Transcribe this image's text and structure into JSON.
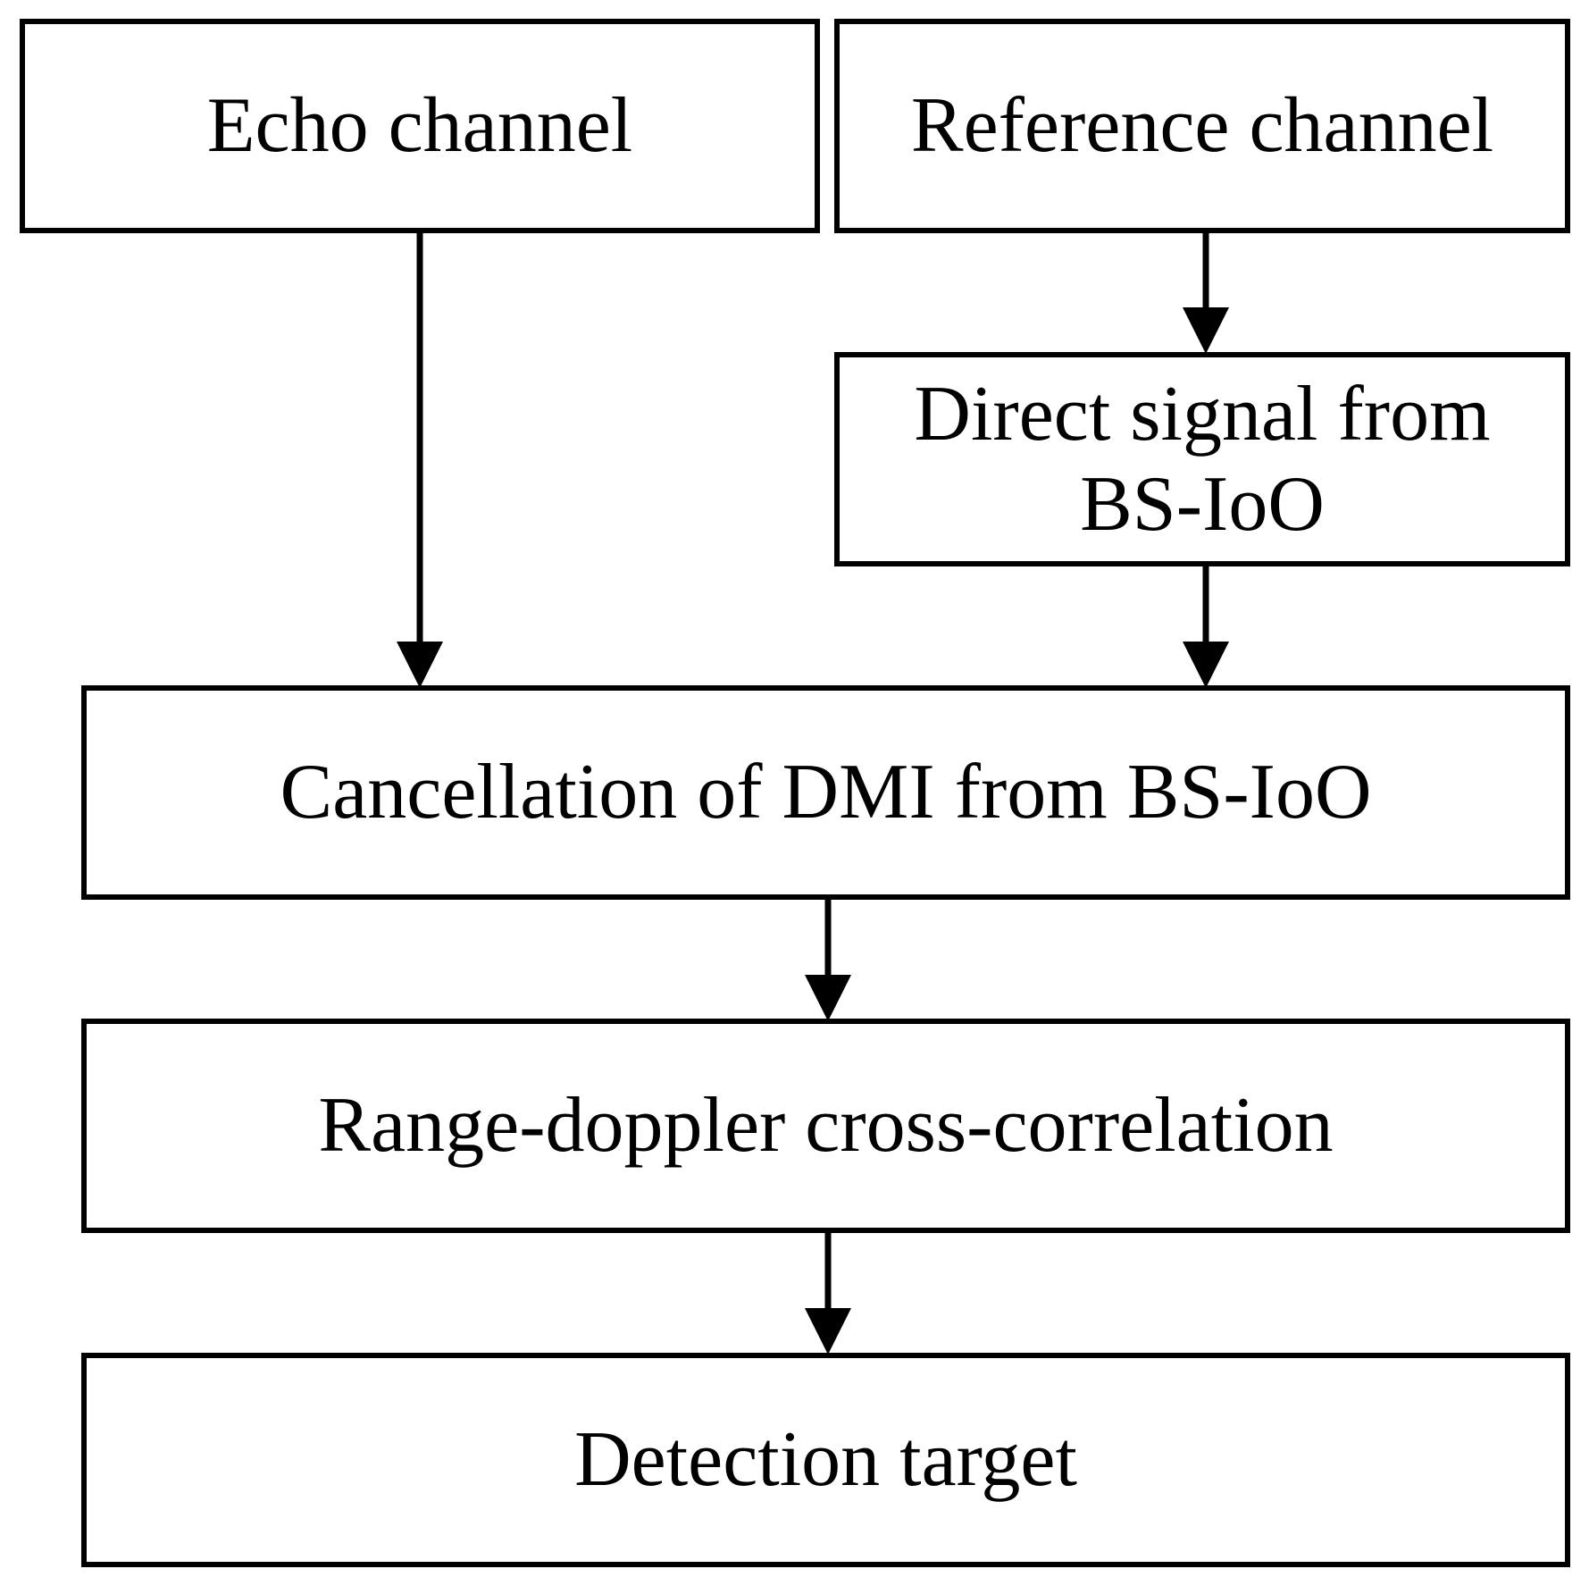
{
  "diagram": {
    "nodes": {
      "echo_channel": "Echo channel",
      "reference_channel": "Reference channel",
      "direct_signal": [
        "Direct signal from",
        "BS-IoO"
      ],
      "cancellation": "Cancellation of DMI from BS-IoO",
      "range_doppler": "Range-doppler cross-correlation",
      "detection_target": "Detection target"
    },
    "edges": [
      {
        "from": "echo_channel",
        "to": "cancellation"
      },
      {
        "from": "reference_channel",
        "to": "direct_signal"
      },
      {
        "from": "direct_signal",
        "to": "cancellation"
      },
      {
        "from": "cancellation",
        "to": "range_doppler"
      },
      {
        "from": "range_doppler",
        "to": "detection_target"
      }
    ]
  }
}
